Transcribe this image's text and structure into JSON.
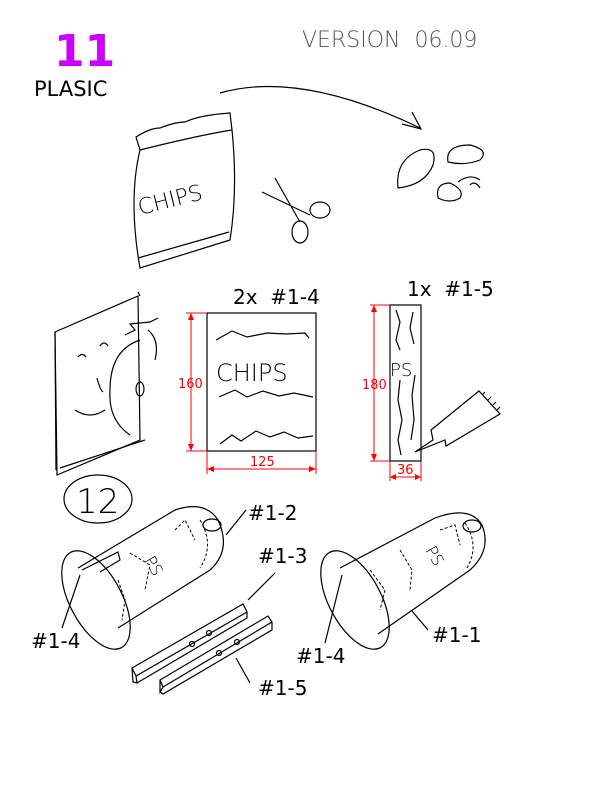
{
  "header": {
    "step_number": "11",
    "step_title": "PLASIC",
    "version": "VERSION  06.09"
  },
  "step11": {
    "bag_text": "CHIPS"
  },
  "template_a": {
    "label": "2x  #1-4",
    "text": "CHIPS",
    "height_dim": "160",
    "width_dim": "125"
  },
  "template_b": {
    "label": "1x  #1-5",
    "text": "PS",
    "height_dim": "180",
    "width_dim": "36"
  },
  "step12": {
    "step_number": "12",
    "callouts": [
      "#1-2",
      "#1-3",
      "#1-4",
      "#1-5",
      "#1-4",
      "#1-1"
    ],
    "cylinder_text": "PS"
  },
  "colors": {
    "step_number": "#cc00ff",
    "dimension": "#ff0000",
    "version": "#555555"
  }
}
